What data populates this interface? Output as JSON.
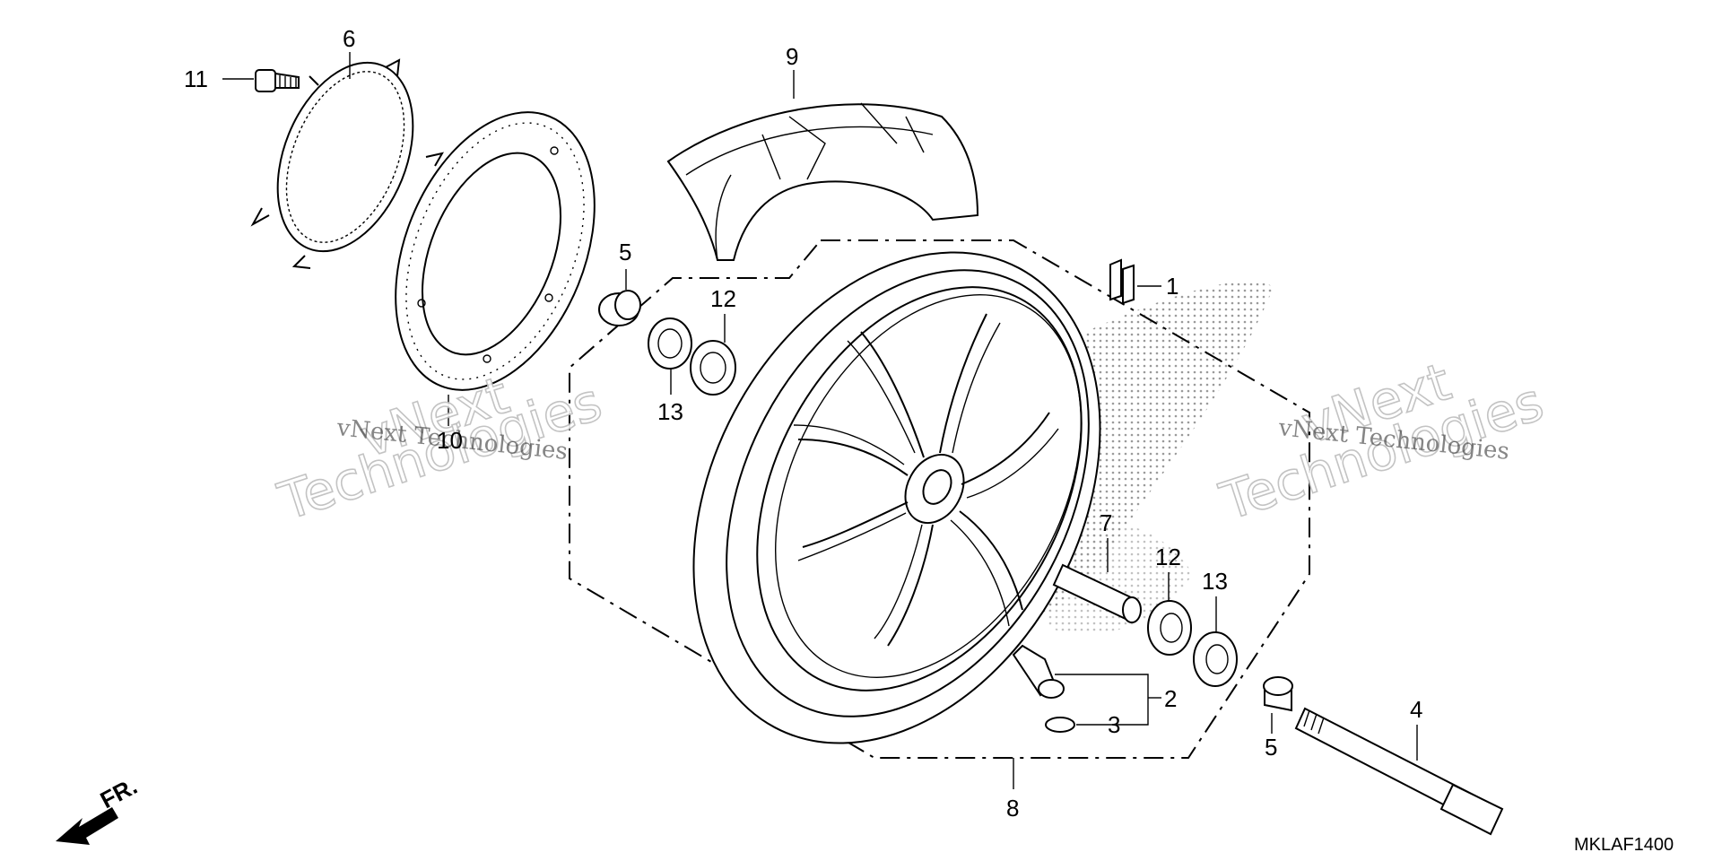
{
  "diagram": {
    "drawing_code": "MKLAF1400",
    "direction_label": "FR.",
    "watermark": {
      "line_small": "vNext Technologies",
      "line_big_1": "vNext",
      "line_big_2": "Technologies"
    },
    "callouts": [
      {
        "id": "c1",
        "label": "1"
      },
      {
        "id": "c2",
        "label": "2"
      },
      {
        "id": "c3",
        "label": "3"
      },
      {
        "id": "c4",
        "label": "4"
      },
      {
        "id": "c5a",
        "label": "5"
      },
      {
        "id": "c5b",
        "label": "5"
      },
      {
        "id": "c6",
        "label": "6"
      },
      {
        "id": "c7",
        "label": "7"
      },
      {
        "id": "c8",
        "label": "8"
      },
      {
        "id": "c9",
        "label": "9"
      },
      {
        "id": "c10",
        "label": "10"
      },
      {
        "id": "c11",
        "label": "11"
      },
      {
        "id": "c12a",
        "label": "12"
      },
      {
        "id": "c12b",
        "label": "12"
      },
      {
        "id": "c13a",
        "label": "13"
      },
      {
        "id": "c13b",
        "label": "13"
      }
    ]
  }
}
